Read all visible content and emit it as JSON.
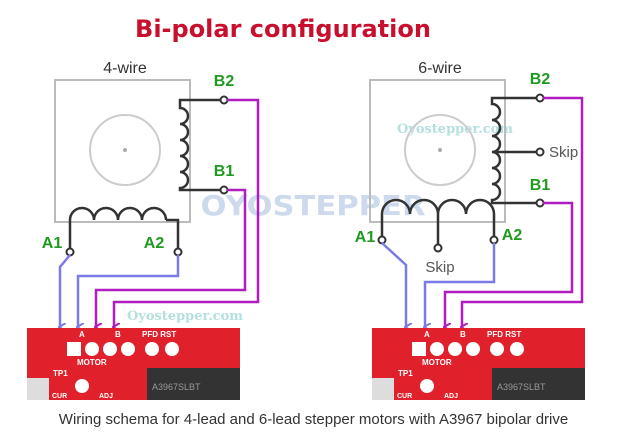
{
  "title": "Bi-polar configuration",
  "left": {
    "label": "4-wire",
    "b2": "B2",
    "b1": "B1",
    "a1": "A1",
    "a2": "A2"
  },
  "right": {
    "label": "6-wire",
    "b2": "B2",
    "b1": "B1",
    "a1": "A1",
    "a2": "A2",
    "skip_top": "Skip",
    "skip_bottom": "Skip"
  },
  "watermarks": {
    "site": "Oyostepper.com",
    "logo": "OYOSTEPPER"
  },
  "board": {
    "a": "A",
    "b": "B",
    "motor": "MOTOR",
    "pfd_rst": "PFD RST",
    "chip": "A3967SLBT",
    "tp1": "TP1",
    "cur": "CUR",
    "adj": "ADJ"
  },
  "caption": "Wiring schema for 4-lead and 6-lead stepper motors with A3967 bipolar drive",
  "colors": {
    "title": "#c8102e",
    "label": "#1f9a1f",
    "blue_wire": "#7b7be8",
    "purple_wire": "#b01cc0",
    "board": "#e0202a"
  }
}
